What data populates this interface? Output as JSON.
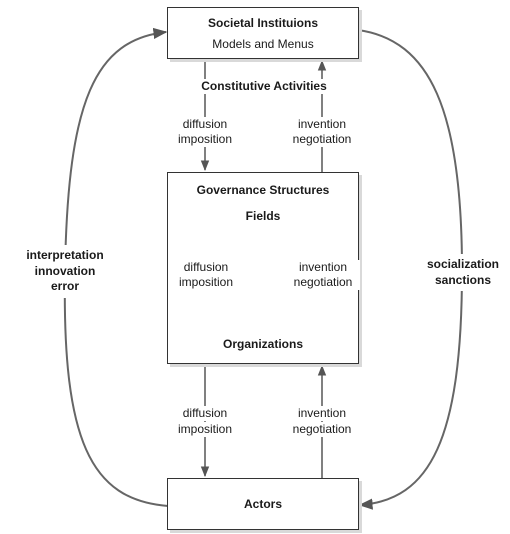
{
  "institutions": {
    "title": "Societal Instituions",
    "subtitle": "Models and Menus"
  },
  "constitutive_label": "Constitutive Activities",
  "governance": {
    "title": "Governance Structures",
    "fields": "Fields",
    "organizations": "Organizations"
  },
  "actors": {
    "title": "Actors"
  },
  "flows": {
    "top_down": [
      "diffusion",
      "imposition"
    ],
    "top_up": [
      "invention",
      "negotiation"
    ],
    "mid_down": [
      "diffusion",
      "imposition"
    ],
    "mid_up": [
      "invention",
      "negotiation"
    ],
    "bottom_down": [
      "diffusion",
      "imposition"
    ],
    "bottom_up": [
      "invention",
      "negotiation"
    ]
  },
  "left_loop": [
    "interpretation",
    "innovation",
    "error"
  ],
  "right_loop": [
    "socialization",
    "sanctions"
  ]
}
